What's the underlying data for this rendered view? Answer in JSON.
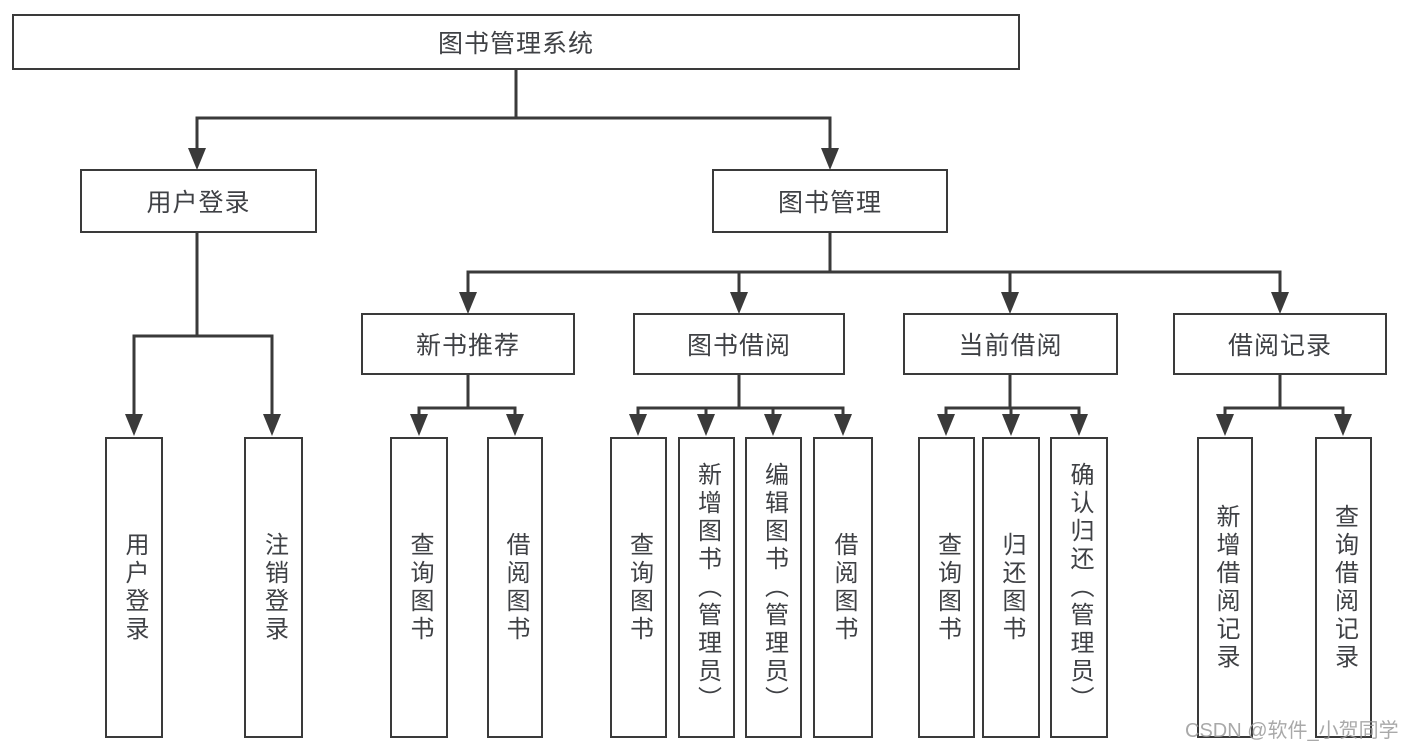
{
  "diagram": {
    "type": "hierarchy-tree",
    "tree": {
      "label": "图书管理系统",
      "children": [
        {
          "label": "用户登录",
          "children": [
            {
              "label": "用户登录"
            },
            {
              "label": "注销登录"
            }
          ]
        },
        {
          "label": "图书管理",
          "children": [
            {
              "label": "新书推荐",
              "children": [
                {
                  "label": "查询图书"
                },
                {
                  "label": "借阅图书"
                }
              ]
            },
            {
              "label": "图书借阅",
              "children": [
                {
                  "label": "查询图书"
                },
                {
                  "label": "新增图书（管理员）"
                },
                {
                  "label": "编辑图书（管理员）"
                },
                {
                  "label": "借阅图书"
                }
              ]
            },
            {
              "label": "当前借阅",
              "children": [
                {
                  "label": "查询图书"
                },
                {
                  "label": "归还图书"
                },
                {
                  "label": "确认归还（管理员）"
                }
              ]
            },
            {
              "label": "借阅记录",
              "children": [
                {
                  "label": "新增借阅记录"
                },
                {
                  "label": "查询借阅记录"
                }
              ]
            }
          ]
        }
      ]
    }
  },
  "watermark": "CSDN @软件_小贺同学",
  "colors": {
    "line": "#3a3a3a",
    "box_border": "#3a3a3a",
    "box_fill": "#ffffff",
    "text": "#3f4145",
    "watermark": "#9b9b9b",
    "background": "#ffffff"
  }
}
